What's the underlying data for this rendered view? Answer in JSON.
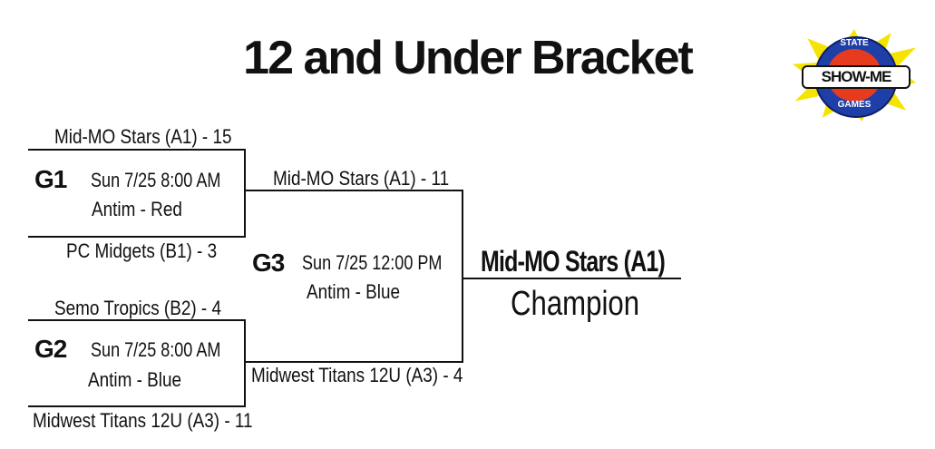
{
  "title": "12 and Under Bracket",
  "logo": {
    "main": "SHOW-ME",
    "top": "STATE",
    "bottom": "GAMES"
  },
  "games": [
    {
      "code": "G1",
      "datetime": "Sun 7/25  8:00 AM",
      "field": "Antim - Red",
      "team_top": "Mid-MO Stars (A1) - 15",
      "team_bottom": "PC Midgets (B1) - 3"
    },
    {
      "code": "G2",
      "datetime": "Sun 7/25  8:00 AM",
      "field": "Antim - Blue",
      "team_top": "Semo Tropics (B2) - 4",
      "team_bottom": "Midwest Titans 12U (A3) - 11"
    },
    {
      "code": "G3",
      "datetime": "Sun 7/25  12:00 PM",
      "field": "Antim - Blue",
      "team_top": "Mid-MO Stars (A1) - 11",
      "team_bottom": "Midwest Titans 12U (A3) - 4"
    }
  ],
  "champion": {
    "name": "Mid-MO Stars (A1)",
    "label": "Champion"
  }
}
